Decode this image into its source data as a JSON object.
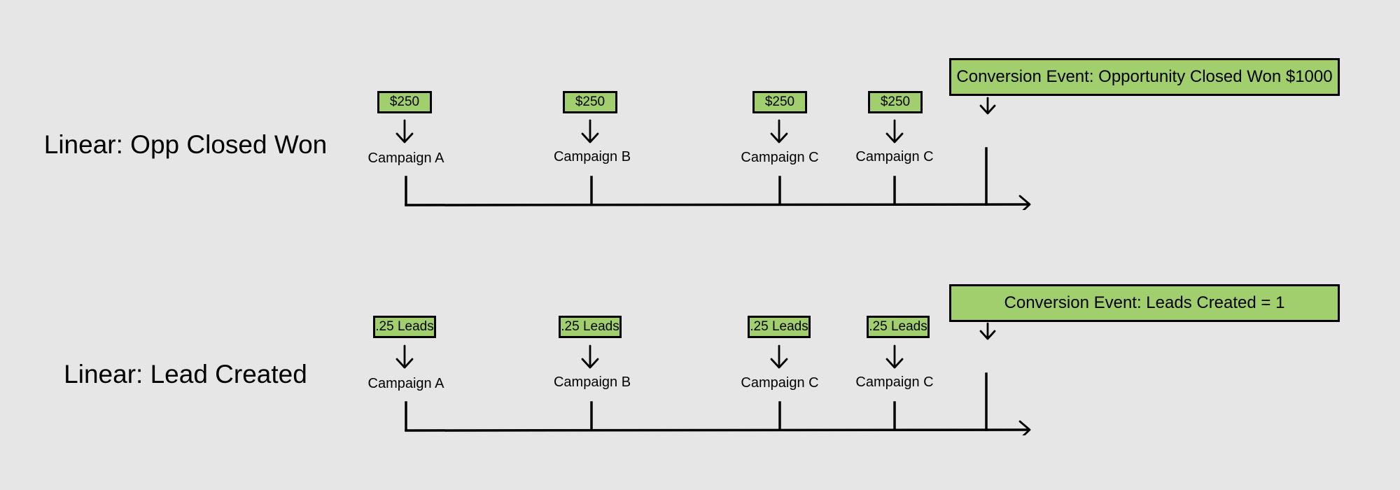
{
  "rows": [
    {
      "title": "Linear: Opp Closed Won",
      "touchpoints": [
        {
          "credit": "$250",
          "campaign": "Campaign A"
        },
        {
          "credit": "$250",
          "campaign": "Campaign B"
        },
        {
          "credit": "$250",
          "campaign": "Campaign C"
        },
        {
          "credit": "$250",
          "campaign": "Campaign C"
        }
      ],
      "conversion": "Conversion Event: Opportunity Closed Won $1000"
    },
    {
      "title": "Linear: Lead Created",
      "touchpoints": [
        {
          "credit": ".25 Leads",
          "campaign": "Campaign A"
        },
        {
          "credit": ".25 Leads",
          "campaign": "Campaign B"
        },
        {
          "credit": ".25 Leads",
          "campaign": "Campaign C"
        },
        {
          "credit": ".25 Leads",
          "campaign": "Campaign C"
        }
      ],
      "conversion": "Conversion Event: Leads Created = 1"
    }
  ],
  "colors": {
    "background": "#e6e6e6",
    "badge_fill": "#a1cf6d",
    "stroke": "#000000"
  }
}
